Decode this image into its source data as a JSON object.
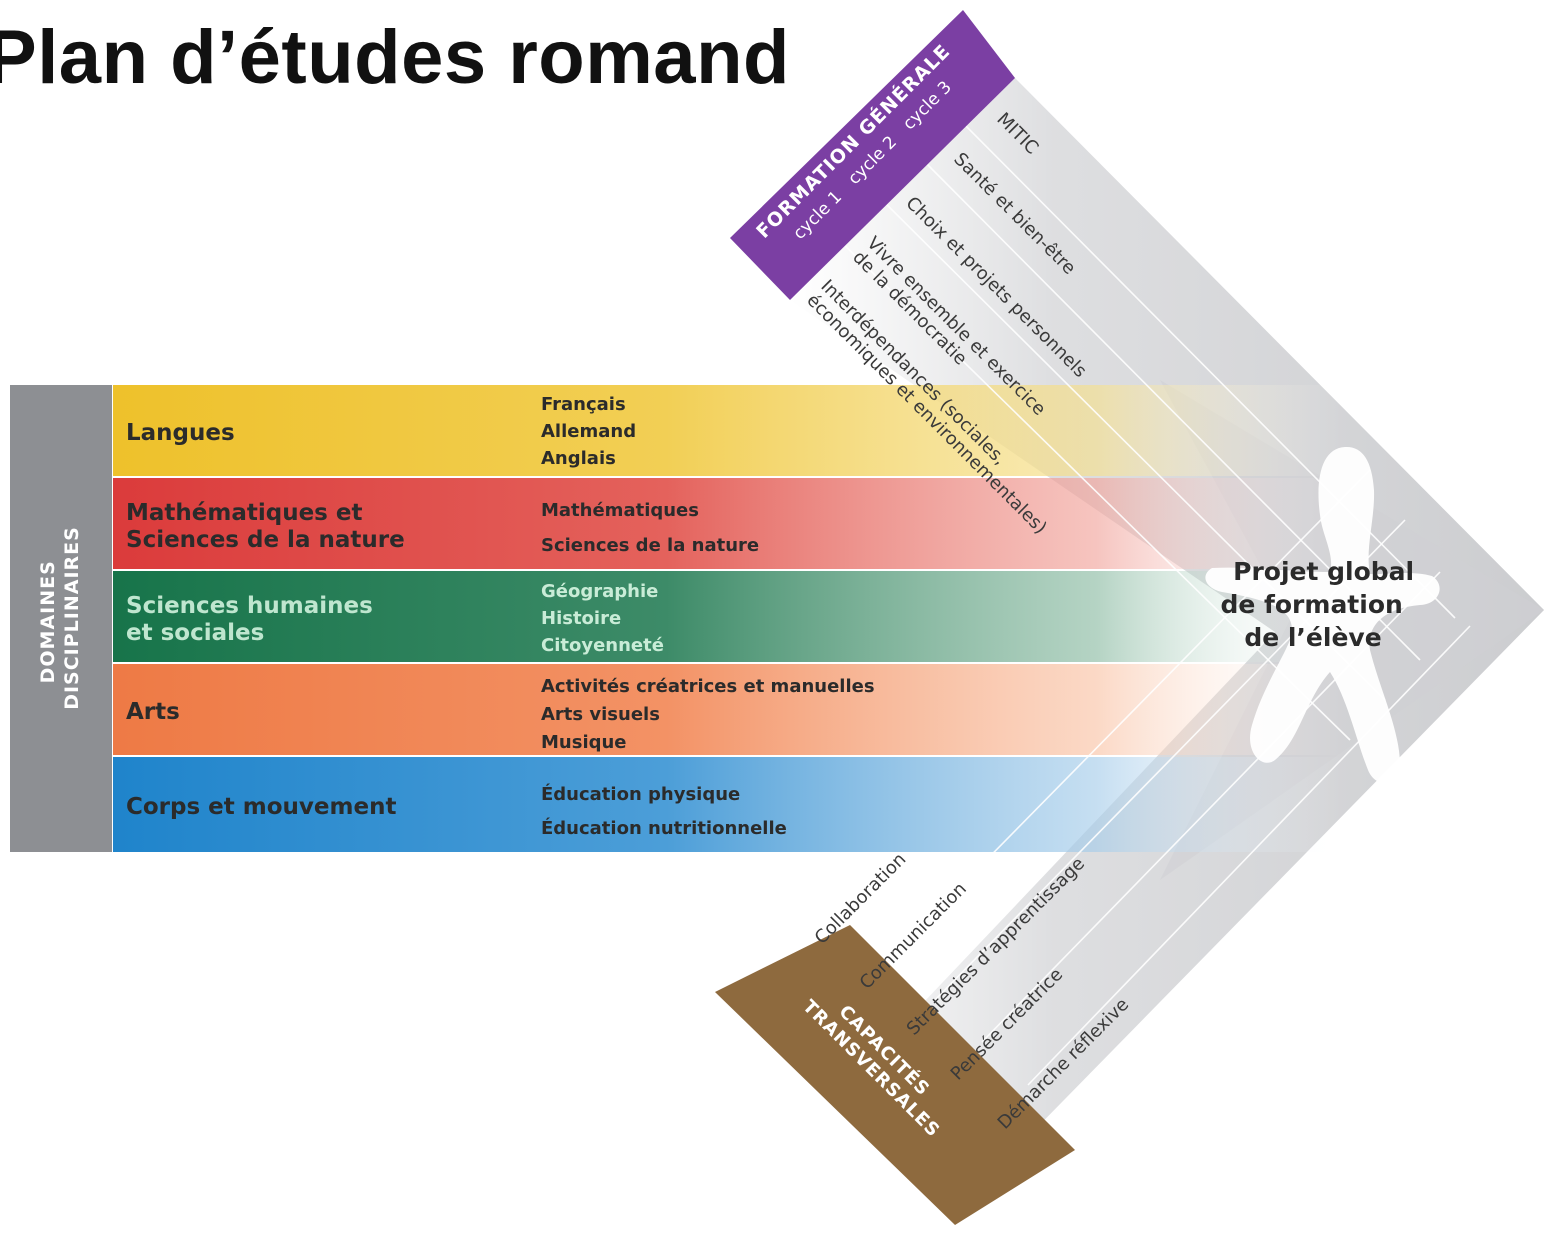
{
  "title": "Plan d’études romand",
  "domaines": {
    "side_label": [
      "DOMAINES",
      "DISCIPLINAIRES"
    ],
    "side_color": "#8d8f93",
    "rows": [
      {
        "name": [
          "Langues"
        ],
        "subjects": [
          "Français",
          "Allemand",
          "Anglais"
        ],
        "color": "#eec12b"
      },
      {
        "name": [
          "Mathématiques et",
          "Sciences de la nature"
        ],
        "subjects": [
          "Mathématiques",
          "Sciences de la nature"
        ],
        "color": "#db3b3b"
      },
      {
        "name": [
          "Sciences humaines",
          "et sociales"
        ],
        "subjects": [
          "Géographie",
          "Histoire",
          "Citoyenneté"
        ],
        "color": "#17744a"
      },
      {
        "name": [
          "Arts"
        ],
        "subjects": [
          "Activités créatrices et manuelles",
          "Arts visuels",
          "Musique"
        ],
        "color": "#ee7a45"
      },
      {
        "name": [
          "Corps et mouvement"
        ],
        "subjects": [
          "Éducation physique",
          "Éducation nutritionnelle"
        ],
        "color": "#1f84cb"
      }
    ]
  },
  "formation_generale": {
    "heading": "FORMATION GÉNÉRALE",
    "cycles": [
      "cycle 1",
      "cycle 2",
      "cycle 3"
    ],
    "color": "#7b3fa3",
    "items": [
      [
        "MITIC"
      ],
      [
        "Santé et bien-être"
      ],
      [
        "Choix et projets personnels"
      ],
      [
        "Vivre ensemble et exercice",
        "de la démocratie"
      ],
      [
        "Interdépendances (sociales,",
        "économiques et environnementales)"
      ]
    ]
  },
  "capacites_transversales": {
    "heading": [
      "CAPACITÉS",
      "TRANSVERSALES"
    ],
    "color": "#8e6a3e",
    "items": [
      "Collaboration",
      "Communication",
      "Stratégies d’apprentissage",
      "Pensée créatrice",
      "Démarche réflexive"
    ]
  },
  "center": {
    "label": [
      "Projet global",
      "de formation",
      "de l’élève"
    ]
  }
}
